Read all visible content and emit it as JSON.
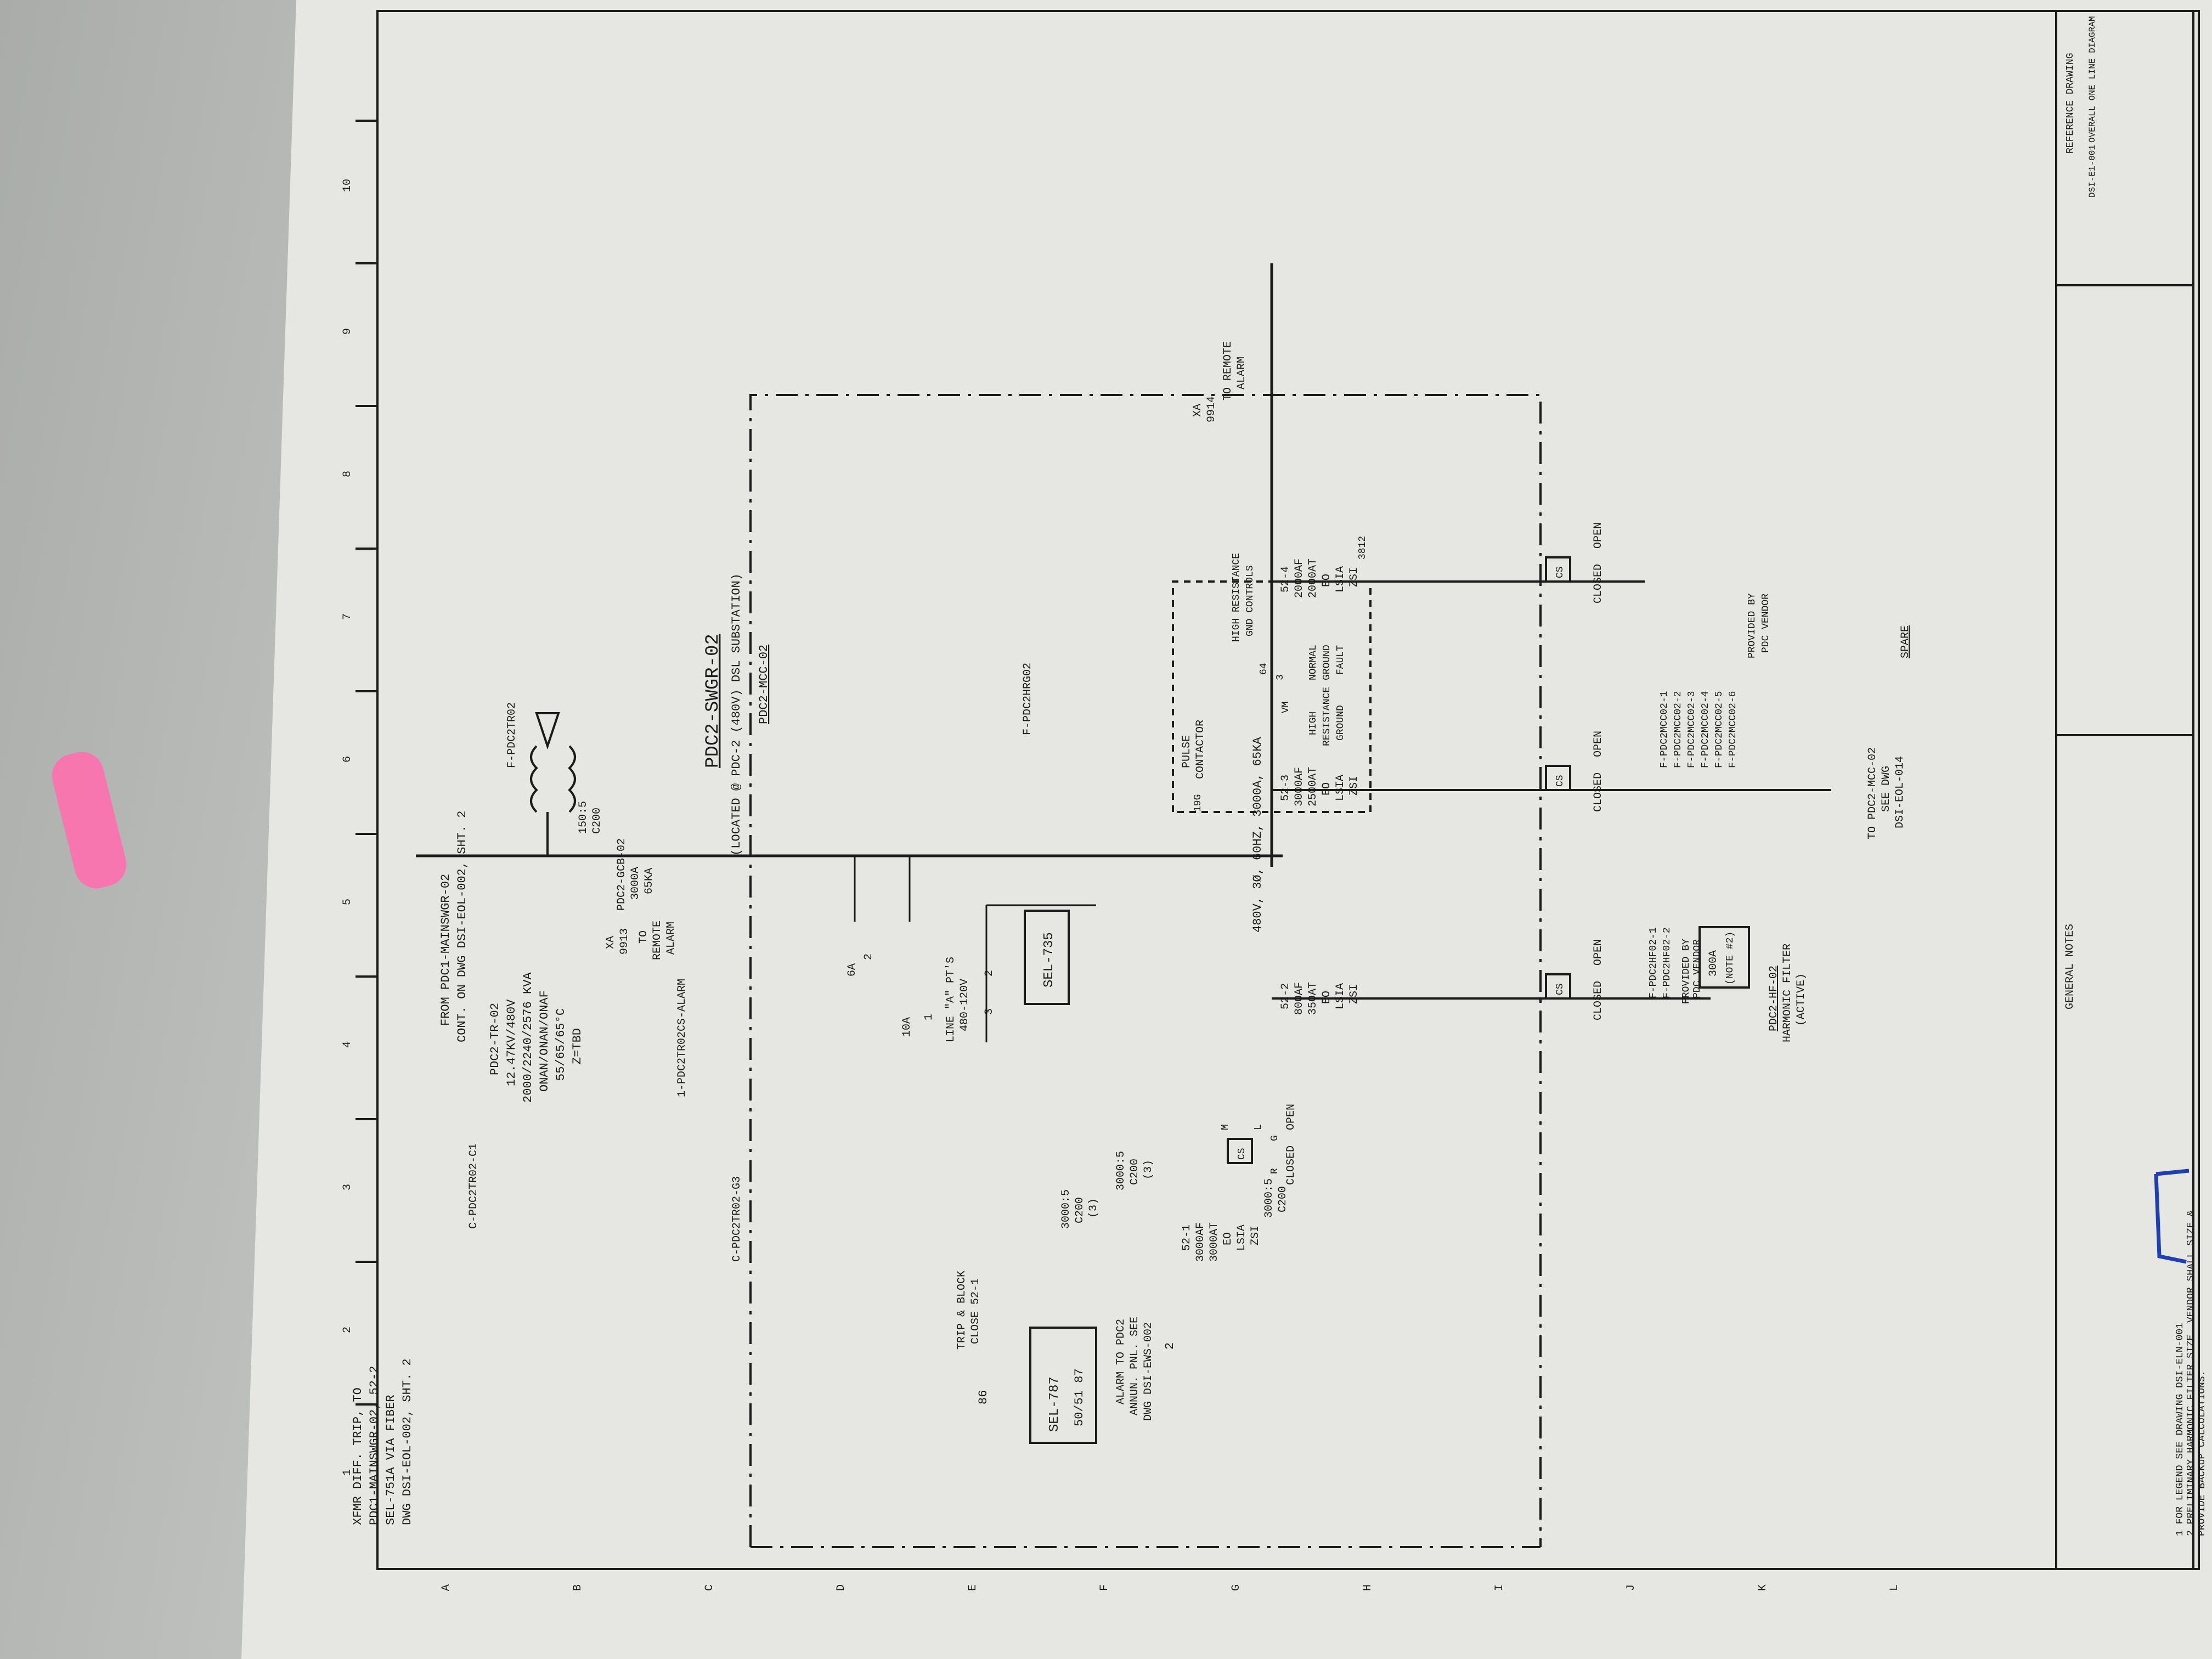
{
  "colors": {
    "ink": "#1b1b1b",
    "paper": "#e6e6e2",
    "highlight": "#ff5fa8",
    "pen": "#1f3fb0"
  },
  "drawing": {
    "title": "PDC2-SWGR-02",
    "subtitle": "(LOCATED @ PDC-2 (480V) DSL SUBSTATION)",
    "mcc_label": "PDC2-MCC-02",
    "bus_rating": "480V, 3Ø, 60HZ, 3000A, 65KA",
    "source_text": [
      "FROM PDC1-MAINSWGR-02",
      "CONT. ON DWG DSI-EOL-002, SHT. 2"
    ],
    "xfmr_text": [
      "PDC2-TR-02",
      "12.47KV/480V",
      "2000/2240/2576 KVA",
      "ONAN/ONAN/ONAF",
      "55/65/65°C",
      "Z=TBD"
    ],
    "xfmr_diff_trip_text": [
      "XFMR DIFF. TRIP, TO",
      "PDC1-MAINSWGR-02, 52-2",
      "SEL-751A VIA FIBER",
      "DWG DSI-EOL-002, SHT. 2"
    ],
    "cable_tags": [
      "F-PDC2TR02",
      "C-PDC2TR02-C1",
      "C-PDC2TR02-G3",
      "1-PDC2TR02CS-ALARM",
      "F-PDC2HRG02"
    ],
    "ct_labels": [
      "150:5",
      "C200"
    ],
    "gcb": {
      "name": "PDC2-GCB-02",
      "rating": "3000A",
      "ka": "65KA"
    },
    "alarm_remote": {
      "box": "XA",
      "number": "9913",
      "text": [
        "TO",
        "REMOTE",
        "ALARM"
      ]
    },
    "alarm_remote_2": {
      "box": "XA",
      "number": "9914",
      "text": [
        "TO REMOTE",
        "ALARM"
      ]
    },
    "relay_787": {
      "name": "SEL-787",
      "functions": "50/51 87"
    },
    "relay_735": {
      "name": "SEL-735"
    },
    "lockout": {
      "label": "86",
      "text": [
        "TRIP & BLOCK",
        "CLOSE 52-1"
      ]
    },
    "alarm_pdc2": [
      "ALARM TO PDC2",
      "ANNUN. PNL. SEE",
      "DWG DSI-EWS-002"
    ],
    "note_triangle": "2",
    "fuses": [
      "6A",
      "10A"
    ],
    "fuse_num": [
      "1",
      "2"
    ],
    "pts": {
      "label": "LINE \"A\" PT'S",
      "ratio": "480-120V",
      "n1": "3",
      "n2": "2"
    },
    "main_ct": [
      [
        "3000:5",
        "C200",
        "(3)"
      ],
      [
        "3000:5",
        "C200",
        "(3)"
      ],
      [
        "3000:5",
        "C200"
      ]
    ],
    "breakers": [
      {
        "id": "52-1",
        "af": "3000AF",
        "at": "3000AT",
        "eo": "EO",
        "trip": "LSIA",
        "zsi": "ZSI",
        "status": [
          "CLOSED",
          "OPEN"
        ]
      },
      {
        "id": "52-2",
        "af": "800AF",
        "at": "350AT",
        "eo": "EO",
        "trip": "LSIA",
        "zsi": "ZSI",
        "status": [
          "CLOSED",
          "OPEN"
        ]
      },
      {
        "id": "52-3",
        "af": "3000AF",
        "at": "2500AT",
        "eo": "EO",
        "trip": "LSIA",
        "zsi": "ZSI",
        "status": [
          "CLOSED",
          "OPEN"
        ]
      },
      {
        "id": "52-4",
        "af": "2000AF",
        "at": "2000AT",
        "eo": "EO",
        "trip": "LSIA",
        "zsi": "ZSI",
        "status": [
          "CLOSED",
          "OPEN"
        ]
      }
    ],
    "cs_label": "CS",
    "ml": [
      "M",
      "L"
    ],
    "lamps": [
      "R",
      "G"
    ],
    "hrg": {
      "pulse_contactor": [
        "PULSE",
        "CONTACTOR"
      ],
      "controls": [
        "HIGH RESISTANCE",
        "GND CONTROLS"
      ],
      "high_res_ground": [
        "HIGH",
        "RESISTANCE",
        "GROUND"
      ],
      "lamp_text": [
        "NORMAL",
        "GROUND",
        "FAULT"
      ],
      "device_19G": "19G",
      "mark_3": "3",
      "num_3812": "3812",
      "vm": "VM",
      "relay_label": "64"
    },
    "harmonic": {
      "box": [
        "300A",
        "(NOTE #2)"
      ],
      "name": [
        "PDC2-HF-02",
        "HARMONIC FILTER",
        "(ACTIVE)"
      ],
      "cables": [
        "F-PDC2HF02-1",
        "F-PDC2HF02-2"
      ],
      "provided": [
        "PROVIDED BY",
        "PDC VENDOR"
      ]
    },
    "feeders": {
      "cables": [
        "F-PDC2MCC02-1",
        "F-PDC2MCC02-2",
        "F-PDC2MCC02-3",
        "F-PDC2MCC02-4",
        "F-PDC2MCC02-5",
        "F-PDC2MCC02-6"
      ],
      "provided": [
        "PROVIDED BY",
        "PDC VENDOR"
      ],
      "to": [
        "TO PDC2-MCC-02",
        "SEE DWG",
        "DSI-EOL-014"
      ]
    },
    "spare": "SPARE",
    "general_notes": {
      "heading": "GENERAL NOTES",
      "lines": [
        "1 FOR LEGEND SEE DRAWING DSI-ELN-001",
        "2 PRELIMINARY HARMONIC FILTER SIZE. VENDOR SHALL SIZE &",
        "PROVIDE BACKUP CALCULATIONS."
      ]
    },
    "reference": {
      "heading": "REFERENCE DRAWING",
      "number": "DSI-E1-001",
      "title": "OVERALL ONE LINE DIAGRAM"
    },
    "zone_numbers": [
      "1",
      "2",
      "3",
      "4",
      "5",
      "6",
      "7",
      "8",
      "9",
      "10"
    ],
    "zone_letters": [
      "A",
      "B",
      "C",
      "D",
      "E",
      "F",
      "G",
      "H",
      "I",
      "J",
      "K",
      "L"
    ]
  }
}
